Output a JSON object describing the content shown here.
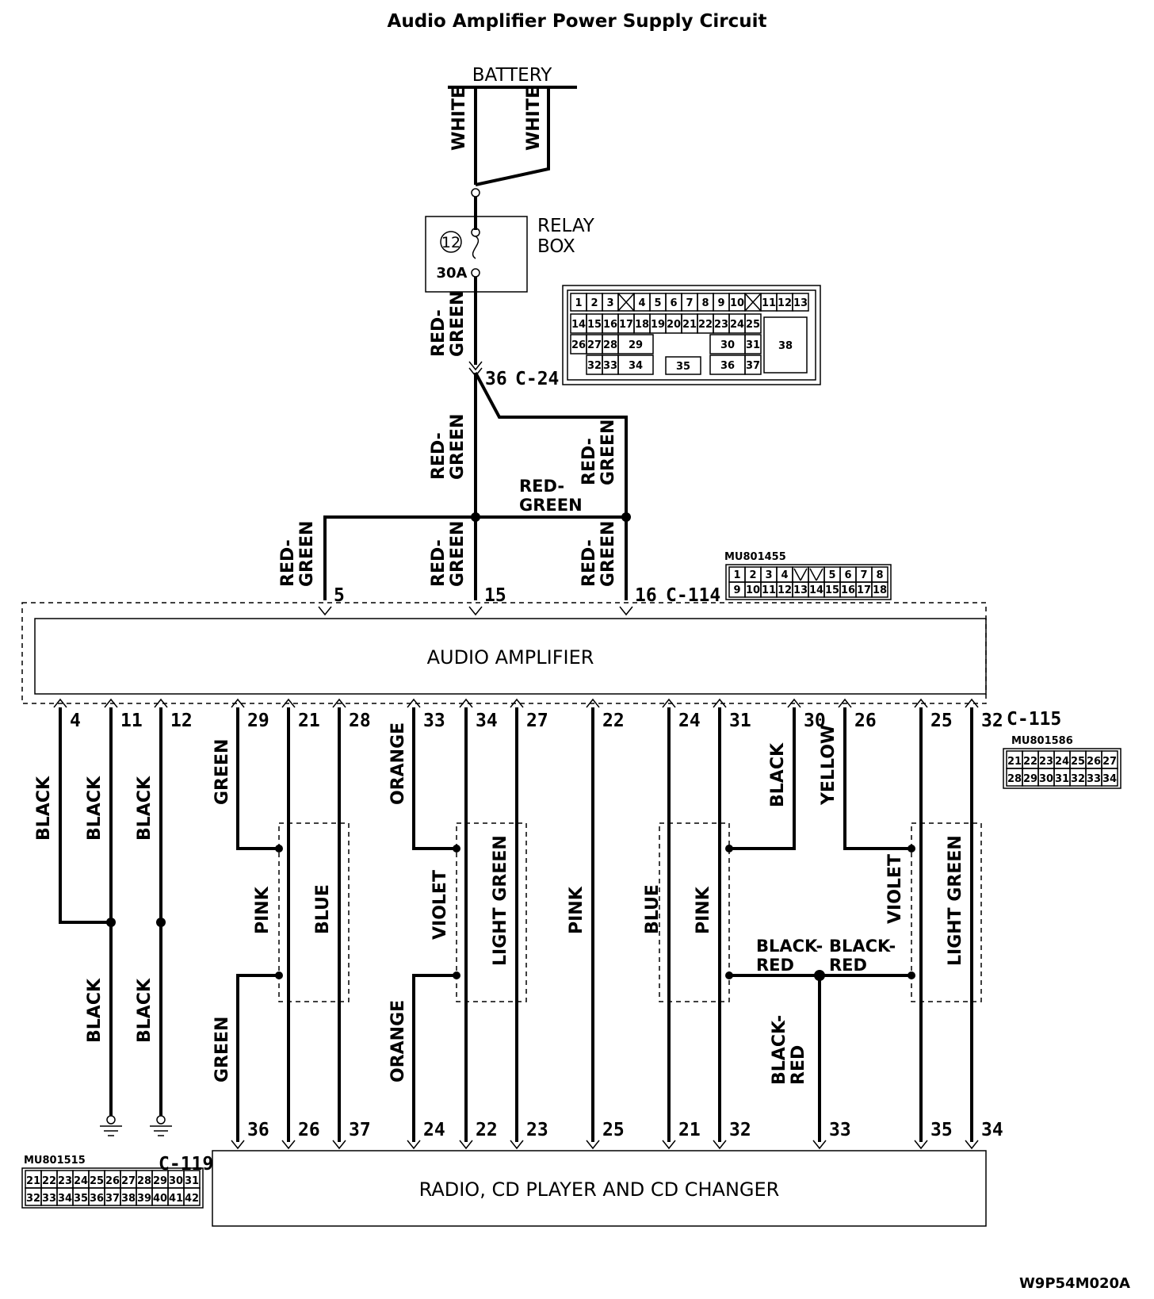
{
  "title": "Audio Amplifier Power Supply Circuit",
  "battery": {
    "label": "BATTERY",
    "wire_left": "WHITE",
    "wire_right": "WHITE"
  },
  "relay_box": {
    "label_line1": "RELAY",
    "label_line2": "BOX",
    "fuse_number": "12",
    "fuse_rating": "30A"
  },
  "wires": {
    "red_green_top": [
      "RED-",
      "GREEN"
    ],
    "red_green_mid_left": [
      "RED-",
      "GREEN"
    ],
    "red_green_mid_right": [
      "RED-",
      "GREEN"
    ],
    "red_green_horizontal": [
      "RED-",
      "GREEN"
    ],
    "red_green_pin5": [
      "RED-",
      "GREEN"
    ],
    "red_green_pin15": [
      "RED-",
      "GREEN"
    ],
    "red_green_pin16": [
      "RED-",
      "GREEN"
    ]
  },
  "connector_c24": {
    "pin": "36",
    "name": "C-24",
    "rows": [
      [
        "1",
        "2",
        "3",
        "X",
        "4",
        "5",
        "6",
        "7",
        "8",
        "9",
        "10",
        "X",
        "11",
        "12",
        "13"
      ],
      [
        "14",
        "15",
        "16",
        "17",
        "18",
        "19",
        "20",
        "21",
        "22",
        "23",
        "24",
        "25"
      ],
      [
        "26",
        "27",
        "28",
        "29",
        "30",
        "31",
        "38"
      ],
      [
        "32",
        "33",
        "34",
        "35",
        "36",
        "37"
      ]
    ]
  },
  "connector_c114": {
    "part": "MU801455",
    "name": "C-114",
    "pins_top": [
      "5",
      "15",
      "16"
    ],
    "row1": [
      "1",
      "2",
      "3",
      "4",
      "",
      "",
      "5",
      "6",
      "7",
      "8"
    ],
    "row2": [
      "9",
      "10",
      "11",
      "12",
      "13",
      "14",
      "15",
      "16",
      "17",
      "18"
    ]
  },
  "amplifier": {
    "label": "AUDIO AMPLIFIER"
  },
  "connector_c115": {
    "part": "MU801586",
    "name": "C-115",
    "pins": [
      "4",
      "11",
      "12",
      "29",
      "21",
      "28",
      "33",
      "34",
      "27",
      "22",
      "24",
      "31",
      "30",
      "26",
      "25",
      "32"
    ],
    "row1": [
      "21",
      "22",
      "23",
      "24",
      "25",
      "26",
      "27"
    ],
    "row2": [
      "28",
      "29",
      "30",
      "31",
      "32",
      "33",
      "34"
    ]
  },
  "wire_colors": {
    "black1": "BLACK",
    "black2": "BLACK",
    "black3": "BLACK",
    "black4": "BLACK",
    "black5": "BLACK",
    "green_top": "GREEN",
    "green_bottom": "GREEN",
    "pink1": "PINK",
    "blue1": "BLUE",
    "orange_top": "ORANGE",
    "orange_bottom": "ORANGE",
    "violet1": "VIOLET",
    "light_green1": "LIGHT GREEN",
    "pink2": "PINK",
    "blue2": "BLUE",
    "pink3": "PINK",
    "black6": "BLACK",
    "yellow": "YELLOW",
    "violet2": "VIOLET",
    "light_green2": "LIGHT GREEN",
    "black_red_left": [
      "BLACK-",
      "RED"
    ],
    "black_red_right": [
      "BLACK-",
      "RED"
    ],
    "black_red_down": [
      "BLACK-",
      "RED"
    ]
  },
  "connector_c119": {
    "part": "MU801515",
    "name": "C-119",
    "pins": [
      "36",
      "26",
      "37",
      "24",
      "22",
      "23",
      "25",
      "21",
      "32",
      "33",
      "35",
      "34"
    ],
    "row1": [
      "21",
      "22",
      "23",
      "24",
      "25",
      "26",
      "27",
      "28",
      "29",
      "30",
      "31"
    ],
    "row2": [
      "32",
      "33",
      "34",
      "35",
      "36",
      "37",
      "38",
      "39",
      "40",
      "41",
      "42"
    ]
  },
  "radio": {
    "label": "RADIO, CD PLAYER AND CD CHANGER"
  },
  "figure_code": "W9P54M020A"
}
